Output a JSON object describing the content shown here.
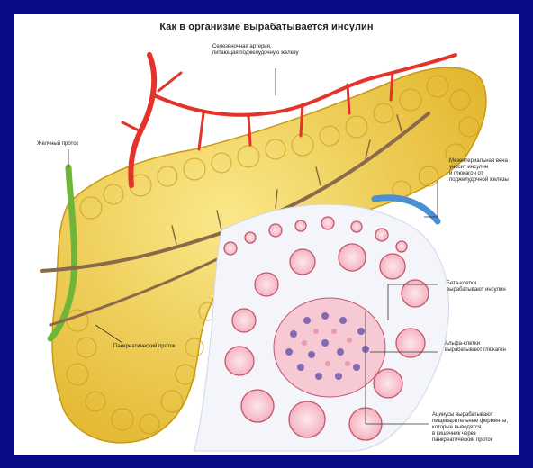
{
  "title": "Как в организме вырабатывается инсулин",
  "labels": {
    "artery": "Селезеночная артерия,\nпитающая поджелудочную железу",
    "bile_duct": "Желчный проток",
    "vein": "Мезентериальная вена\nуносит инсулин\nи глюкагон от\nподжелудочной железы",
    "beta": "Бета-клетки\nвырабатывают инсулин",
    "pancreatic_duct": "Панкреатический проток",
    "alpha": "Альфа-клетки\nвырабатывают глюкагон",
    "acini": "Ацинусы вырабатывают\nпищеварительные ферменты,\nкоторые выводятся\nв кишечник через\nпанкреатический проток"
  },
  "colors": {
    "frame": "#0a0a86",
    "gland": "#f0d255",
    "gland_dark": "#d6aa1e",
    "artery": "#e4332a",
    "vein": "#4a8fd0",
    "bile_duct": "#6fb53a",
    "duct": "#8a6a4a",
    "islet": "#f3b4c2",
    "cells": "#5a4aa8"
  }
}
